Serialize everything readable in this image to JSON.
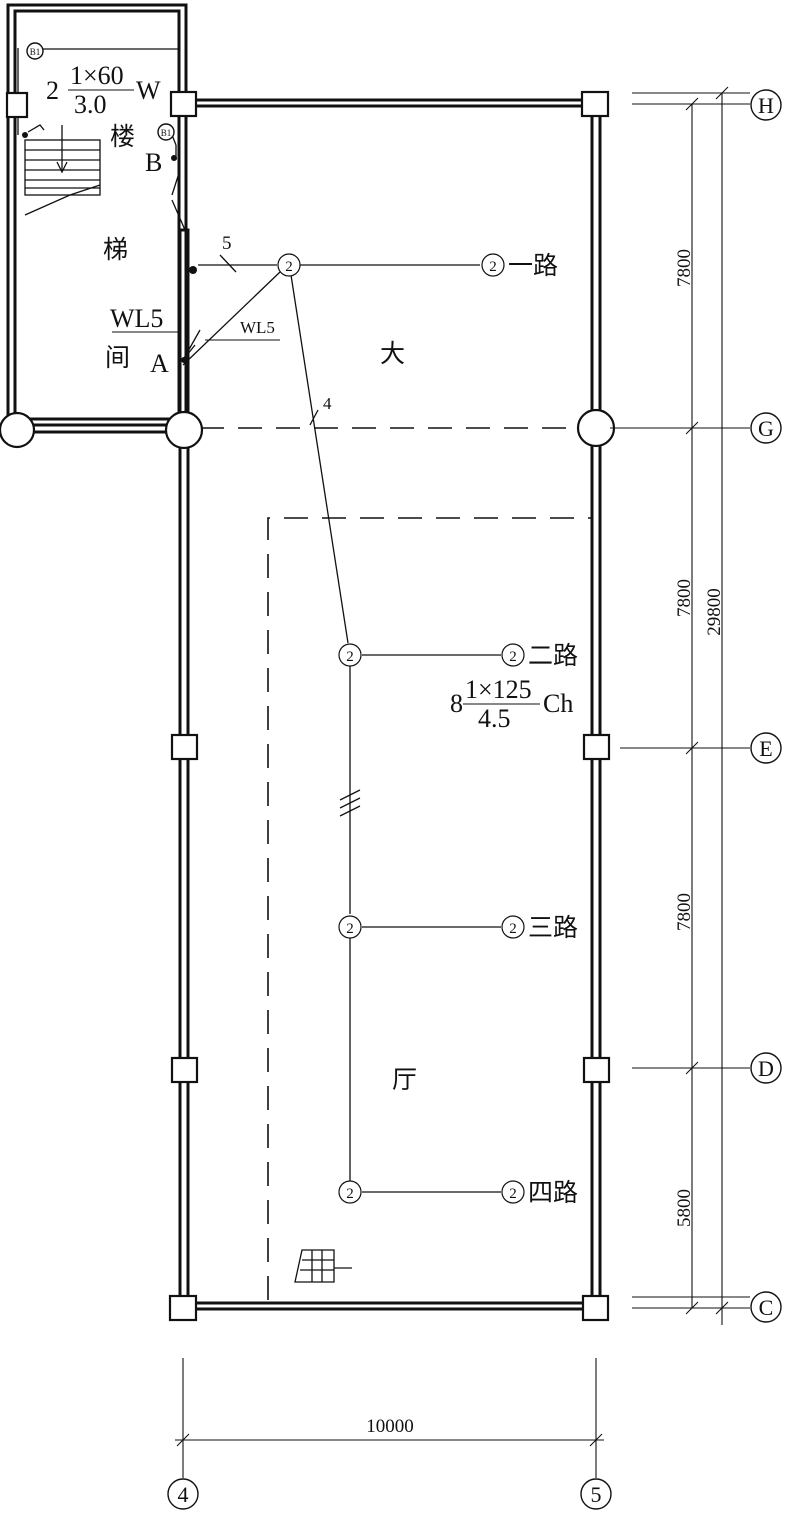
{
  "rooms": {
    "stair_lou": "楼",
    "stair_ti": "梯",
    "stair_jian": "间",
    "hall_da": "大",
    "hall_ting": "厅"
  },
  "annotations": {
    "stair_lamp_count": "2",
    "stair_lamp_spec": "1×60",
    "stair_lamp_height": "3.0",
    "stair_lamp_mount": "W",
    "hall_lamp_count": "8",
    "hall_lamp_spec": "1×125",
    "hall_lamp_height": "4.5",
    "hall_lamp_mount": "Ch",
    "wl5_left": "WL5",
    "wl5_right": "WL5",
    "point_a": "A",
    "point_b": "B",
    "wire_5": "5",
    "wire_4": "4"
  },
  "symbols": {
    "lamp_number": "2",
    "switch_label": "B1"
  },
  "circuits": [
    "一路",
    "二路",
    "三路",
    "四路"
  ],
  "axes": {
    "h": "H",
    "g": "G",
    "e": "E",
    "d": "D",
    "c": "C",
    "four": "4",
    "five": "5"
  },
  "dimensions": {
    "hg": "7800",
    "ge": "7800",
    "ed": "7800",
    "dc": "5800",
    "total": "29800",
    "width": "10000"
  }
}
